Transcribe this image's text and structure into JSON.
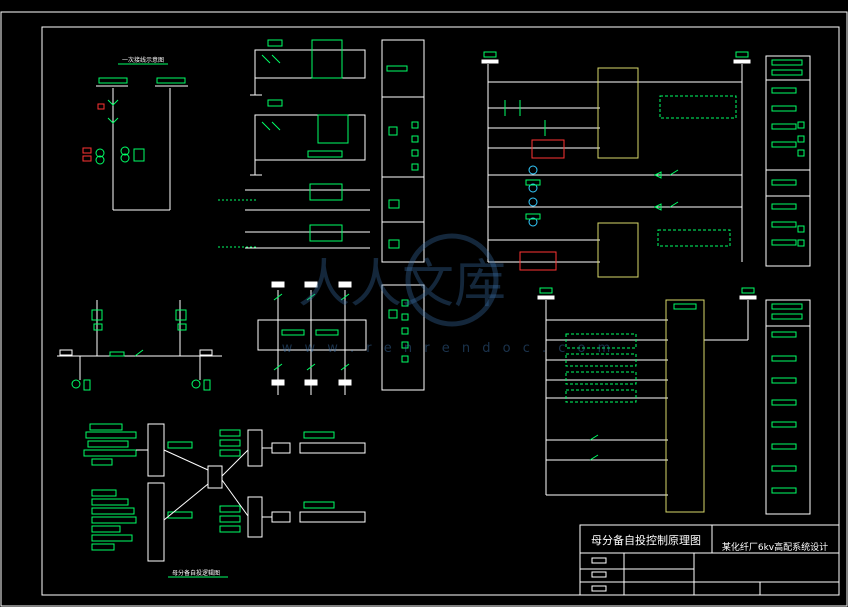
{
  "drawing": {
    "title_main": "母分备自投控制原理图",
    "title_sub": "某化纤厂6kv高配系统设计",
    "label_primary": "一次接线示意图",
    "label_logic": "母分备自投逻辑图"
  },
  "watermark": {
    "text": "人人文库",
    "url": "w w w . r e n r e n d o c . c o m"
  },
  "colors": {
    "line": "#ffffff",
    "device": "#00ff66",
    "frame": "#ffffff",
    "highlight": "#ff3333",
    "yellow": "#d8d86a",
    "cyan": "#33ccff"
  }
}
